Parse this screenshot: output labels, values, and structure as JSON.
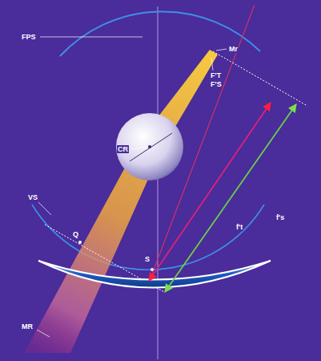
{
  "diagram": {
    "labels": [
      "FPS",
      "Mr",
      "F'T",
      "F'S",
      "CR",
      "VS",
      "Q",
      "S",
      "f's",
      "f't",
      "MR"
    ]
  }
}
